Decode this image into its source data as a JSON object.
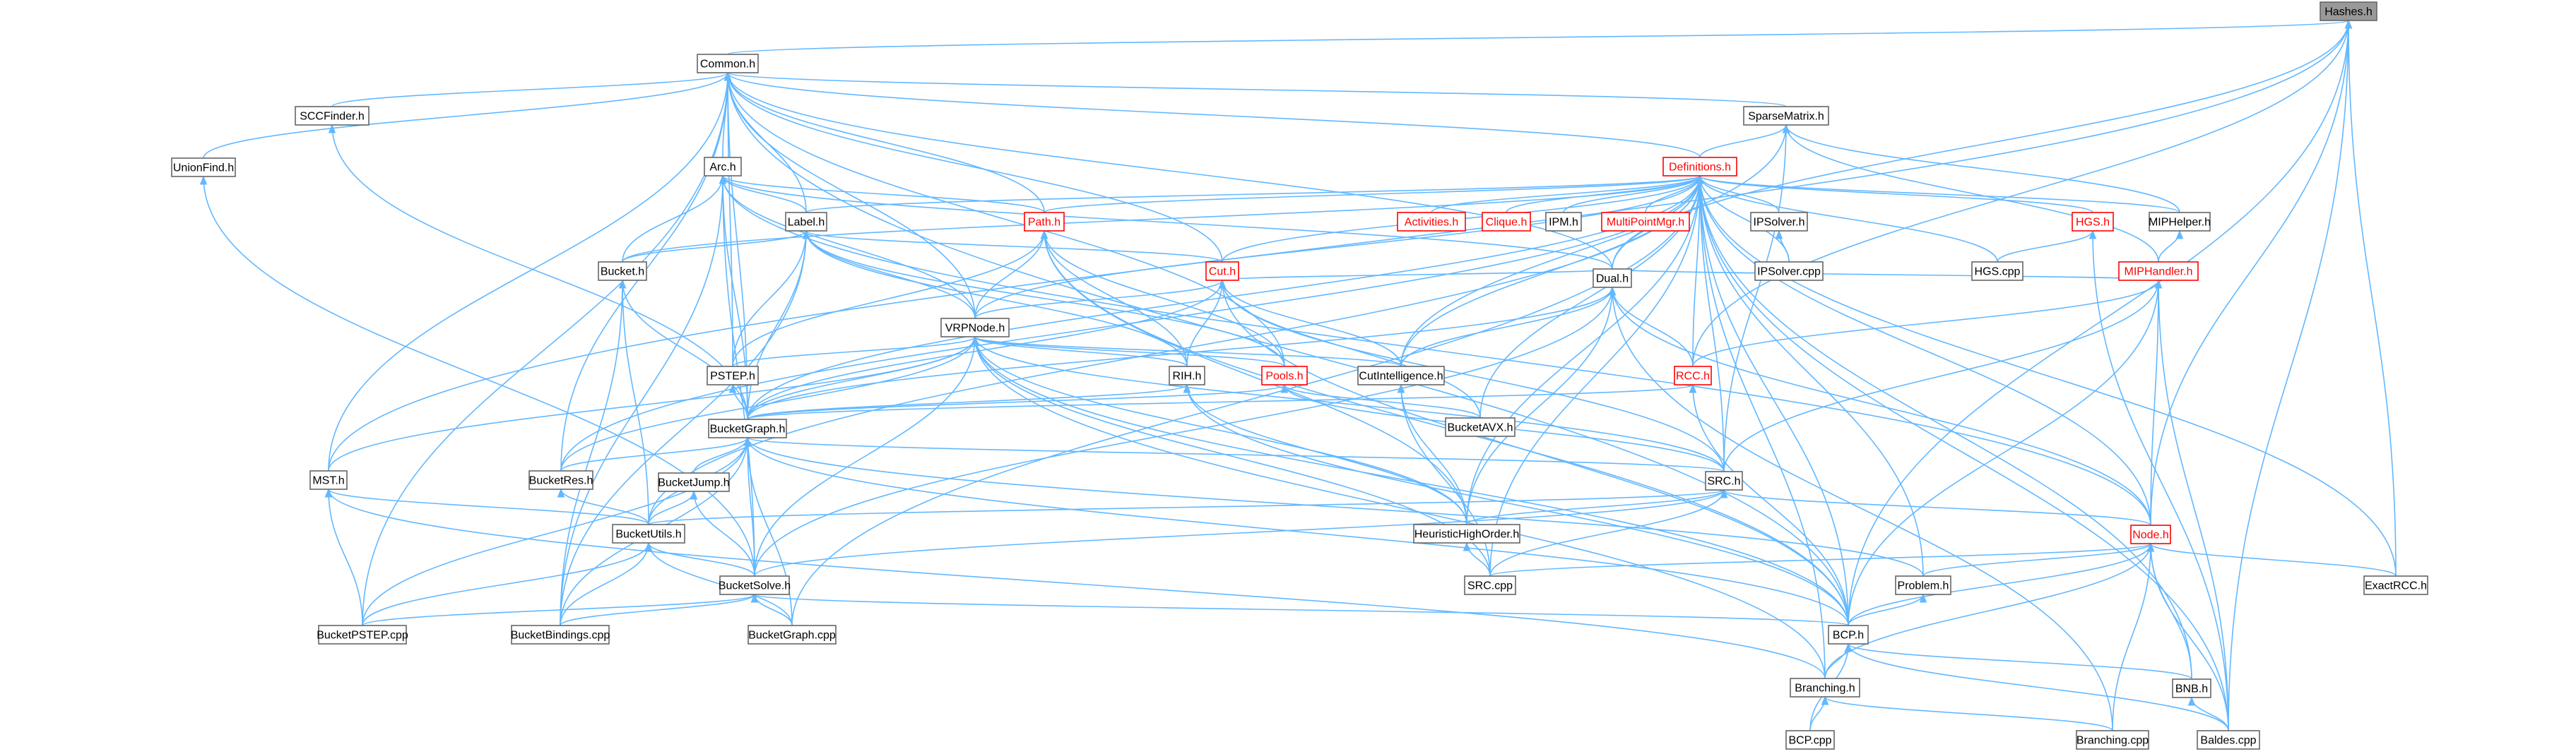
{
  "nodes": [
    {
      "id": "hashes",
      "label": "Hashes.h",
      "style": "root"
    },
    {
      "id": "common",
      "label": "Common.h",
      "style": "normal"
    },
    {
      "id": "sccfinder",
      "label": "SCCFinder.h",
      "style": "normal"
    },
    {
      "id": "sparsematrix",
      "label": "SparseMatrix.h",
      "style": "normal"
    },
    {
      "id": "unionfind",
      "label": "UnionFind.h",
      "style": "normal"
    },
    {
      "id": "arc",
      "label": "Arc.h",
      "style": "normal"
    },
    {
      "id": "definitions",
      "label": "Definitions.h",
      "style": "red"
    },
    {
      "id": "label",
      "label": "Label.h",
      "style": "normal"
    },
    {
      "id": "path",
      "label": "Path.h",
      "style": "red"
    },
    {
      "id": "activities",
      "label": "Activities.h",
      "style": "red"
    },
    {
      "id": "clique",
      "label": "Clique.h",
      "style": "red"
    },
    {
      "id": "ipm",
      "label": "IPM.h",
      "style": "normal"
    },
    {
      "id": "multipointmgr",
      "label": "MultiPointMgr.h",
      "style": "red"
    },
    {
      "id": "ipsolverh",
      "label": "IPSolver.h",
      "style": "normal"
    },
    {
      "id": "hgsh",
      "label": "HGS.h",
      "style": "red"
    },
    {
      "id": "miphelper",
      "label": "MIPHelper.h",
      "style": "normal"
    },
    {
      "id": "bucketh",
      "label": "Bucket.h",
      "style": "normal"
    },
    {
      "id": "cut",
      "label": "Cut.h",
      "style": "red"
    },
    {
      "id": "ipsolvercpp",
      "label": "IPSolver.cpp",
      "style": "normal"
    },
    {
      "id": "hgscpp",
      "label": "HGS.cpp",
      "style": "normal"
    },
    {
      "id": "miphandler",
      "label": "MIPHandler.h",
      "style": "red"
    },
    {
      "id": "dual",
      "label": "Dual.h",
      "style": "normal"
    },
    {
      "id": "vrpnode",
      "label": "VRPNode.h",
      "style": "normal"
    },
    {
      "id": "pstep",
      "label": "PSTEP.h",
      "style": "normal"
    },
    {
      "id": "rih",
      "label": "RIH.h",
      "style": "normal"
    },
    {
      "id": "pools",
      "label": "Pools.h",
      "style": "red"
    },
    {
      "id": "cutintelligence",
      "label": "CutIntelligence.h",
      "style": "normal"
    },
    {
      "id": "rcc",
      "label": "RCC.h",
      "style": "red"
    },
    {
      "id": "bucketgraph",
      "label": "BucketGraph.h",
      "style": "normal"
    },
    {
      "id": "bucketavx",
      "label": "BucketAVX.h",
      "style": "normal"
    },
    {
      "id": "msth",
      "label": "MST.h",
      "style": "normal"
    },
    {
      "id": "bucketres",
      "label": "BucketRes.h",
      "style": "normal"
    },
    {
      "id": "bucketjump",
      "label": "BucketJump.h",
      "style": "normal"
    },
    {
      "id": "srch",
      "label": "SRC.h",
      "style": "normal"
    },
    {
      "id": "bucketutils",
      "label": "BucketUtils.h",
      "style": "normal"
    },
    {
      "id": "heuristichighorder",
      "label": "HeuristicHighOrder.h",
      "style": "normal"
    },
    {
      "id": "nodeh",
      "label": "Node.h",
      "style": "red"
    },
    {
      "id": "bucketsolve",
      "label": "BucketSolve.h",
      "style": "normal"
    },
    {
      "id": "srccpp",
      "label": "SRC.cpp",
      "style": "normal"
    },
    {
      "id": "problem",
      "label": "Problem.h",
      "style": "normal"
    },
    {
      "id": "exactrcc",
      "label": "ExactRCC.h",
      "style": "normal"
    },
    {
      "id": "bucketpstepcpp",
      "label": "BucketPSTEP.cpp",
      "style": "normal"
    },
    {
      "id": "bucketbindings",
      "label": "BucketBindings.cpp",
      "style": "normal"
    },
    {
      "id": "bucketgraphcpp",
      "label": "BucketGraph.cpp",
      "style": "normal"
    },
    {
      "id": "bcph",
      "label": "BCP.h",
      "style": "normal"
    },
    {
      "id": "branchingh",
      "label": "Branching.h",
      "style": "normal"
    },
    {
      "id": "bnbh",
      "label": "BNB.h",
      "style": "normal"
    },
    {
      "id": "bcpcpp",
      "label": "BCP.cpp",
      "style": "normal"
    },
    {
      "id": "branchingcpp",
      "label": "Branching.cpp",
      "style": "normal"
    },
    {
      "id": "baldes",
      "label": "Baldes.cpp",
      "style": "normal"
    }
  ],
  "edges": [
    [
      "hashes",
      "common"
    ],
    [
      "hashes",
      "bcph"
    ],
    [
      "hashes",
      "nodeh"
    ],
    [
      "hashes",
      "exactrcc"
    ],
    [
      "hashes",
      "rcc"
    ],
    [
      "hashes",
      "dual"
    ],
    [
      "hashes",
      "msth"
    ],
    [
      "hashes",
      "baldes"
    ],
    [
      "common",
      "sccfinder"
    ],
    [
      "common",
      "unionfind"
    ],
    [
      "common",
      "arc"
    ],
    [
      "common",
      "label"
    ],
    [
      "common",
      "path"
    ],
    [
      "common",
      "cut"
    ],
    [
      "common",
      "definitions"
    ],
    [
      "common",
      "sparsematrix"
    ],
    [
      "common",
      "dual"
    ],
    [
      "common",
      "pstep"
    ],
    [
      "common",
      "pools"
    ],
    [
      "common",
      "msth"
    ],
    [
      "common",
      "bucketres"
    ],
    [
      "common",
      "bucketpstepcpp"
    ],
    [
      "common",
      "bucketgraph"
    ],
    [
      "common",
      "bcph"
    ],
    [
      "common",
      "vrpnode"
    ],
    [
      "sccfinder",
      "bucketgraph"
    ],
    [
      "unionfind",
      "bucketsolve"
    ],
    [
      "sparsematrix",
      "definitions"
    ],
    [
      "sparsematrix",
      "miphandler"
    ],
    [
      "sparsematrix",
      "miphelper"
    ],
    [
      "sparsematrix",
      "srch"
    ],
    [
      "sparsematrix",
      "cutintelligence"
    ],
    [
      "arc",
      "label"
    ],
    [
      "arc",
      "bucketh"
    ],
    [
      "arc",
      "path"
    ],
    [
      "arc",
      "vrpnode"
    ],
    [
      "arc",
      "bucketgraph"
    ],
    [
      "arc",
      "bucketbindings"
    ],
    [
      "arc",
      "dual"
    ],
    [
      "arc",
      "bucketsolve"
    ],
    [
      "arc",
      "nodeh"
    ],
    [
      "definitions",
      "activities"
    ],
    [
      "definitions",
      "clique"
    ],
    [
      "definitions",
      "ipm"
    ],
    [
      "definitions",
      "multipointmgr"
    ],
    [
      "definitions",
      "ipsolverh"
    ],
    [
      "definitions",
      "hgsh"
    ],
    [
      "definitions",
      "miphelper"
    ],
    [
      "definitions",
      "bucketh"
    ],
    [
      "definitions",
      "cut"
    ],
    [
      "definitions",
      "path"
    ],
    [
      "definitions",
      "label"
    ],
    [
      "definitions",
      "ipsolvercpp"
    ],
    [
      "definitions",
      "hgscpp"
    ],
    [
      "definitions",
      "vrpnode"
    ],
    [
      "definitions",
      "dual"
    ],
    [
      "definitions",
      "rcc"
    ],
    [
      "definitions",
      "srch"
    ],
    [
      "definitions",
      "nodeh"
    ],
    [
      "definitions",
      "problem"
    ],
    [
      "definitions",
      "exactrcc"
    ],
    [
      "definitions",
      "bcph"
    ],
    [
      "definitions",
      "bnbh"
    ],
    [
      "definitions",
      "baldes"
    ],
    [
      "definitions",
      "heuristichighorder"
    ],
    [
      "definitions",
      "srccpp"
    ],
    [
      "definitions",
      "bucketgraph"
    ],
    [
      "definitions",
      "bucketres"
    ],
    [
      "definitions",
      "bucketutils"
    ],
    [
      "definitions",
      "bucketgraphcpp"
    ],
    [
      "definitions",
      "bucketavx"
    ],
    [
      "definitions",
      "cutintelligence"
    ],
    [
      "definitions",
      "branchingh"
    ],
    [
      "label",
      "bucketh"
    ],
    [
      "label",
      "cut"
    ],
    [
      "label",
      "pstep"
    ],
    [
      "label",
      "rih"
    ],
    [
      "label",
      "vrpnode"
    ],
    [
      "label",
      "pools"
    ],
    [
      "label",
      "bucketgraph"
    ],
    [
      "label",
      "bucketbindings"
    ],
    [
      "path",
      "pools"
    ],
    [
      "path",
      "vrpnode"
    ],
    [
      "path",
      "rih"
    ],
    [
      "path",
      "pstep"
    ],
    [
      "path",
      "heuristichighorder"
    ],
    [
      "path",
      "bcph"
    ],
    [
      "ipsolverh",
      "ipsolvercpp"
    ],
    [
      "hgsh",
      "hgscpp"
    ],
    [
      "hgsh",
      "baldes"
    ],
    [
      "miphelper",
      "miphandler"
    ],
    [
      "bucketh",
      "bucketgraph"
    ],
    [
      "bucketh",
      "bucketutils"
    ],
    [
      "bucketh",
      "bucketbindings"
    ],
    [
      "cut",
      "vrpnode"
    ],
    [
      "cut",
      "rih"
    ],
    [
      "cut",
      "cutintelligence"
    ],
    [
      "cut",
      "dual"
    ],
    [
      "cut",
      "srch"
    ],
    [
      "cut",
      "bucketavx"
    ],
    [
      "cut",
      "bucketgraph"
    ],
    [
      "cut",
      "bcph"
    ],
    [
      "miphandler",
      "dual"
    ],
    [
      "miphandler",
      "nodeh"
    ],
    [
      "miphandler",
      "bcph"
    ],
    [
      "miphandler",
      "rcc"
    ],
    [
      "miphandler",
      "srch"
    ],
    [
      "miphandler",
      "baldes"
    ],
    [
      "dual",
      "cutintelligence"
    ],
    [
      "dual",
      "rcc"
    ],
    [
      "dual",
      "bucketgraph"
    ],
    [
      "dual",
      "heuristichighorder"
    ],
    [
      "dual",
      "nodeh"
    ],
    [
      "dual",
      "bucketsolve"
    ],
    [
      "dual",
      "branchingcpp"
    ],
    [
      "vrpnode",
      "pstep"
    ],
    [
      "vrpnode",
      "rih"
    ],
    [
      "vrpnode",
      "pools"
    ],
    [
      "vrpnode",
      "cutintelligence"
    ],
    [
      "vrpnode",
      "bucketgraph"
    ],
    [
      "vrpnode",
      "msth"
    ],
    [
      "vrpnode",
      "srch"
    ],
    [
      "vrpnode",
      "heuristichighorder"
    ],
    [
      "vrpnode",
      "bcph"
    ],
    [
      "vrpnode",
      "branchingh"
    ],
    [
      "vrpnode",
      "bucketsolve"
    ],
    [
      "vrpnode",
      "srccpp"
    ],
    [
      "vrpnode",
      "bucketres"
    ],
    [
      "pstep",
      "bucketgraph"
    ],
    [
      "rih",
      "bucketgraph"
    ],
    [
      "rih",
      "bcph"
    ],
    [
      "rih",
      "heuristichighorder"
    ],
    [
      "pools",
      "bucketgraph"
    ],
    [
      "pools",
      "srch"
    ],
    [
      "pools",
      "bucketavx"
    ],
    [
      "cutintelligence",
      "heuristichighorder"
    ],
    [
      "cutintelligence",
      "srccpp"
    ],
    [
      "rcc",
      "bucketgraph"
    ],
    [
      "rcc",
      "bcph"
    ],
    [
      "bucketgraph",
      "bucketres"
    ],
    [
      "bucketgraph",
      "bucketjump"
    ],
    [
      "bucketgraph",
      "bucketutils"
    ],
    [
      "bucketgraph",
      "bucketsolve"
    ],
    [
      "bucketgraph",
      "bucketgraphcpp"
    ],
    [
      "bucketgraph",
      "bucketbindings"
    ],
    [
      "bucketgraph",
      "bucketpstepcpp"
    ],
    [
      "bucketgraph",
      "srch"
    ],
    [
      "bucketgraph",
      "problem"
    ],
    [
      "bucketgraph",
      "bcph"
    ],
    [
      "msth",
      "bucketutils"
    ],
    [
      "msth",
      "bucketpstepcpp"
    ],
    [
      "msth",
      "branchingh"
    ],
    [
      "bucketres",
      "bucketutils"
    ],
    [
      "bucketjump",
      "bucketutils"
    ],
    [
      "bucketjump",
      "bucketsolve"
    ],
    [
      "srch",
      "heuristichighorder"
    ],
    [
      "srch",
      "srccpp"
    ],
    [
      "srch",
      "nodeh"
    ],
    [
      "srch",
      "bucketsolve"
    ],
    [
      "srch",
      "bucketutils"
    ],
    [
      "bucketutils",
      "bucketsolve"
    ],
    [
      "bucketutils",
      "bucketpstepcpp"
    ],
    [
      "bucketutils",
      "bucketbindings"
    ],
    [
      "bucketutils",
      "bucketgraphcpp"
    ],
    [
      "heuristichighorder",
      "srccpp"
    ],
    [
      "nodeh",
      "srccpp"
    ],
    [
      "nodeh",
      "problem"
    ],
    [
      "nodeh",
      "exactrcc"
    ],
    [
      "nodeh",
      "bcph"
    ],
    [
      "nodeh",
      "bnbh"
    ],
    [
      "nodeh",
      "branchingcpp"
    ],
    [
      "nodeh",
      "baldes"
    ],
    [
      "nodeh",
      "branchingh"
    ],
    [
      "bucketsolve",
      "bucketpstepcpp"
    ],
    [
      "bucketsolve",
      "bucketbindings"
    ],
    [
      "bucketsolve",
      "bucketgraphcpp"
    ],
    [
      "bucketsolve",
      "bcph"
    ],
    [
      "problem",
      "bcph"
    ],
    [
      "bcph",
      "branchingh"
    ],
    [
      "bcph",
      "bcpcpp"
    ],
    [
      "bcph",
      "bnbh"
    ],
    [
      "bcph",
      "baldes"
    ],
    [
      "branchingh",
      "bcpcpp"
    ],
    [
      "branchingh",
      "branchingcpp"
    ],
    [
      "bnbh",
      "baldes"
    ]
  ]
}
